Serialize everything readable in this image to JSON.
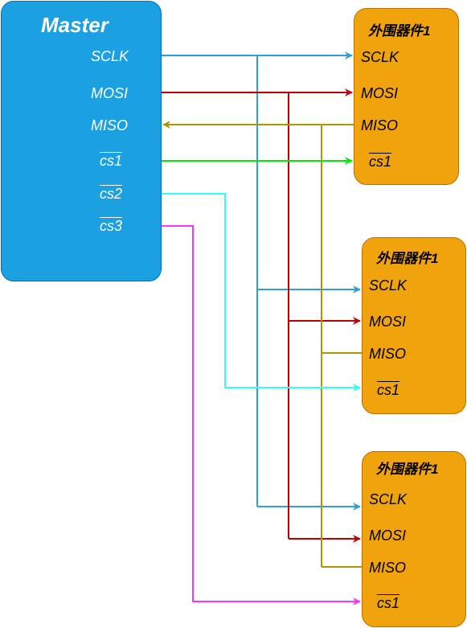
{
  "master": {
    "title": "Master",
    "pins": [
      "SCLK",
      "MOSI",
      "MISO",
      "cs1",
      "cs2",
      "cs3"
    ]
  },
  "devices": [
    {
      "title": "外围器件1",
      "pins": [
        "SCLK",
        "MOSI",
        "MISO",
        "cs1"
      ]
    },
    {
      "title": "外围器件1",
      "pins": [
        "SCLK",
        "MOSI",
        "MISO",
        "cs1"
      ]
    },
    {
      "title": "外围器件1",
      "pins": [
        "SCLK",
        "MOSI",
        "MISO",
        "cs1"
      ]
    }
  ],
  "colors": {
    "sclk": "#2ea0d6",
    "mosi": "#c00000",
    "miso": "#b09500",
    "cs1": "#00ee00",
    "cs2": "#33ffff",
    "cs3": "#ff33ff",
    "master_fill": "#1ba1e2",
    "device_fill": "#f0a30a"
  }
}
